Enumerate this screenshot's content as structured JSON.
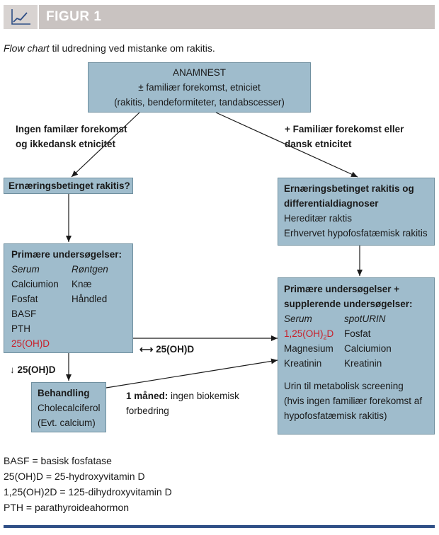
{
  "header": {
    "title": "FIGUR 1",
    "icon": "line-chart-icon",
    "bar_color": "#c9c3c1"
  },
  "caption": {
    "italic": "Flow chart",
    "rest": " til udredning ved mistanke om rakitis."
  },
  "anamnest": {
    "line1": "ANAMNEST",
    "line2": "± familiær forekomst, etniciet",
    "line3": "(rakitis, bendeformiteter, tandabscesser)"
  },
  "branch_left": {
    "line1": "Ingen familær forekomst",
    "line2": "og ikkedansk etnicitet"
  },
  "branch_right": {
    "line1": "+ Familiær forekomst eller",
    "line2": "dansk etnicitet"
  },
  "left_box": {
    "title": "Ernæringsbetinget rakitis?"
  },
  "right_box": {
    "title1": "Ernæringsbetinget rakitis og",
    "title2": "differentialdiagnoser",
    "item1": "Hereditær raktis",
    "item2": "Erhvervet hypofosfatæmisk rakitis"
  },
  "primary_left": {
    "title": "Primære undersøgelser:",
    "col1_head": "Serum",
    "col2_head": "Røntgen",
    "rows": [
      [
        "Calciumion",
        "Knæ"
      ],
      [
        "Fosfat",
        "Håndled"
      ],
      [
        "BASF",
        ""
      ],
      [
        "PTH",
        ""
      ]
    ],
    "last": "25(OH)D"
  },
  "primary_right": {
    "title1": "Primære undersøgelser +",
    "title2": "supplerende undersøgelser:",
    "col1_head": "Serum",
    "col2_head": "spotURIN",
    "r1c1_main": "1,25(OH)",
    "r1c1_sub": "2",
    "r1c1_end": "D",
    "r1c2": "Fosfat",
    "r2c1": "Magnesium",
    "r2c2": "Calciumion",
    "r3c1": "Kreatinin",
    "r3c2": "Kreatinin",
    "note1": "Urin til metabolisk screening",
    "note2": "(hvis ingen familiær forekomst af",
    "note3": "hypofosfatæmisk rakitis)"
  },
  "arrow_normal": "⟷ 25(OH)D",
  "arrow_low": "↓ 25(OH)D",
  "treatment": {
    "title": "Behandling",
    "line1": "Cholecalciferol",
    "line2": "(Evt. calcium)"
  },
  "followup": {
    "bold": "1 måned:",
    "rest": " ingen biokemisk",
    "line2": "forbedring"
  },
  "legend": [
    "BASF = basisk fosfatase",
    "25(OH)D = 25-hydroxyvitamin D",
    "1,25(OH)2D = 125-dihydroxyvitamin D",
    "PTH = parathyroideahormon"
  ],
  "colors": {
    "box_fill": "#9fbccc",
    "box_border": "#6f8f9f",
    "highlight": "#c8202a",
    "footer_bar": "#2f4f86"
  }
}
